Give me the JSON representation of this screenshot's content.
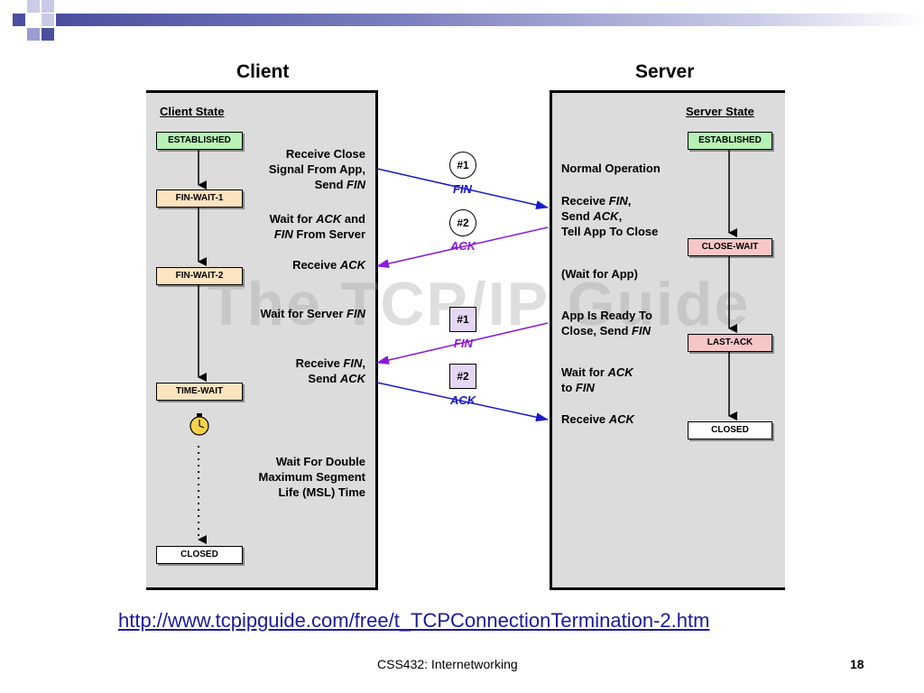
{
  "header": {
    "client_title": "Client",
    "server_title": "Server"
  },
  "client": {
    "state_heading": "Client State",
    "states": [
      "ESTABLISHED",
      "FIN-WAIT-1",
      "FIN-WAIT-2",
      "TIME-WAIT",
      "CLOSED"
    ],
    "labels": {
      "receive_close_1": "Receive Close",
      "receive_close_2": "Signal From App,",
      "receive_close_3_pre": "Send ",
      "receive_close_3_em": "FIN",
      "wait_ack_1_pre": "Wait for ",
      "wait_ack_1_em": "ACK",
      "wait_ack_1_post": " and",
      "wait_ack_2_em": "FIN",
      "wait_ack_2_post": " From Server",
      "receive_ack_pre": "Receive ",
      "receive_ack_em": "ACK",
      "wait_server_pre": "Wait for Server ",
      "wait_server_em": "FIN",
      "receive_fin_1_pre": "Receive ",
      "receive_fin_1_em": "FIN",
      "receive_fin_1_post": ",",
      "receive_fin_2_pre": "Send ",
      "receive_fin_2_em": "ACK",
      "msl_1": "Wait For Double",
      "msl_2": "Maximum Segment",
      "msl_3": "Life (MSL) Time"
    }
  },
  "server": {
    "state_heading": "Server State",
    "states": [
      "ESTABLISHED",
      "CLOSE-WAIT",
      "LAST-ACK",
      "CLOSED"
    ],
    "labels": {
      "normal_op": "Normal Operation",
      "receive_fin_1_pre": "Receive ",
      "receive_fin_1_em": "FIN",
      "receive_fin_1_post": ",",
      "receive_fin_2_pre": "Send ",
      "receive_fin_2_em": "ACK",
      "receive_fin_2_post": ",",
      "receive_fin_3": "Tell App To Close",
      "wait_app": "(Wait for App)",
      "app_ready_1": "App Is Ready To",
      "app_ready_2_pre": "Close, Send ",
      "app_ready_2_em": "FIN",
      "wait_ack_1_pre": "Wait for ",
      "wait_ack_1_em": "ACK",
      "wait_ack_2_pre": "to ",
      "wait_ack_2_em": "FIN",
      "receive_ack_pre": "Receive ",
      "receive_ack_em": "ACK"
    }
  },
  "messages": [
    {
      "badge": "#1",
      "label": "FIN",
      "color": "#1a1ac8"
    },
    {
      "badge": "#2",
      "label": "ACK",
      "color": "#8a1ad8"
    },
    {
      "badge": "#1",
      "label": "FIN",
      "color": "#8a1ad8"
    },
    {
      "badge": "#2",
      "label": "ACK",
      "color": "#1a1ac8"
    }
  ],
  "watermark": "The TCP/IP Guide",
  "url": "http://www.tcpipguide.com/free/t_TCPConnectionTermination-2.htm",
  "footer": "CSS432: Internetworking",
  "page_number": "18",
  "colors": {
    "panel": "#dcdcdc",
    "fin_blue": "#1a1ac8",
    "ack_purple": "#8a1ad8"
  }
}
